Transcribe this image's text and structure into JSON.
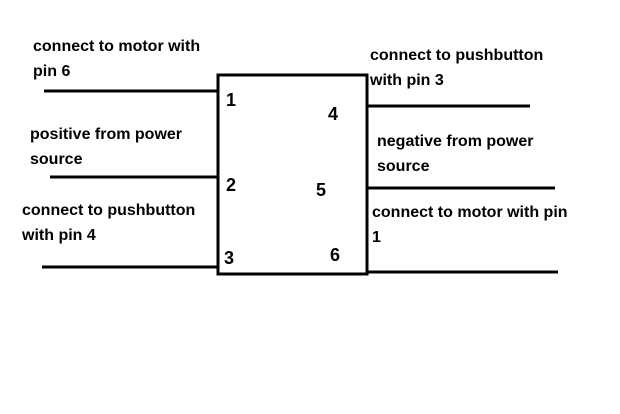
{
  "colors": {
    "background": "#ffffff",
    "ink": "#000000"
  },
  "labels": {
    "left_pin1": [
      "connect to motor with",
      "pin 6"
    ],
    "left_pin2": [
      "positive from power",
      "source"
    ],
    "left_pin3": [
      "connect to pushbutton",
      "with pin 4"
    ],
    "right_pin4": [
      "connect to pushbutton",
      "with pin 3"
    ],
    "right_pin5": [
      "negative from power",
      "source"
    ],
    "right_pin6": [
      "connect to motor with pin",
      "1"
    ]
  },
  "pins": {
    "p1": "1",
    "p2": "2",
    "p3": "3",
    "p4": "4",
    "p5": "5",
    "p6": "6"
  }
}
